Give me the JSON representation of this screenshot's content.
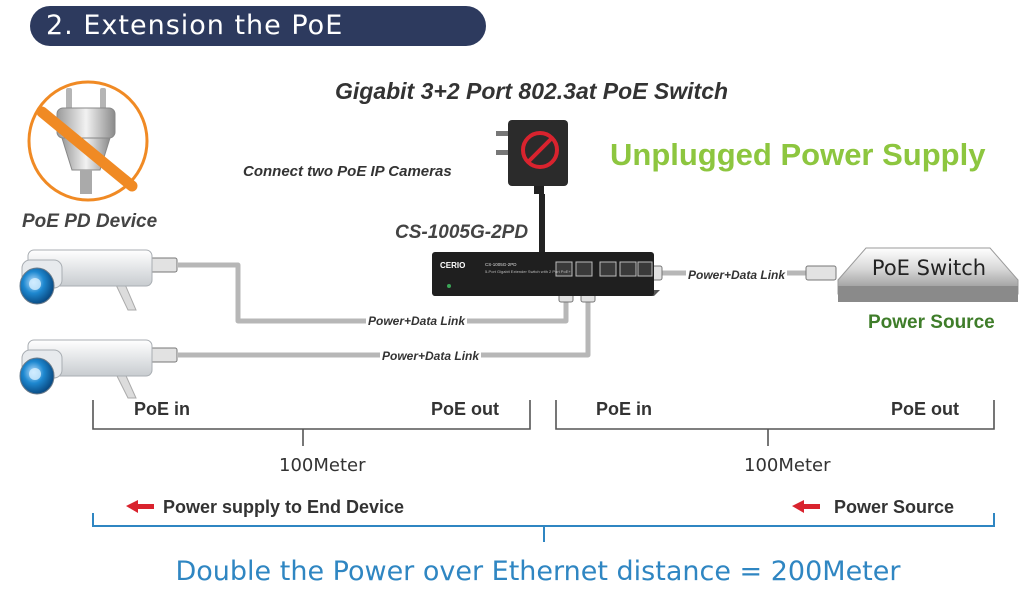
{
  "header": {
    "title": "2. Extension the PoE application"
  },
  "diagram": {
    "title": "Gigabit  3+2 Port 802.3at PoE Switch",
    "unplugged_label": "Unplugged Power Supply",
    "connect_label": "Connect two PoE IP Cameras",
    "pd_device_label": "PoE PD Device",
    "model_label": "CS-1005G-2PD",
    "device_brand": "CERIO",
    "device_model_text": "CS-1005G-2PD",
    "device_desc_text": "5-Port Gigabit Extender Switch with 2 Port PoE+",
    "links": [
      {
        "label": "Power+Data Link"
      },
      {
        "label": "Power+Data Link"
      },
      {
        "label": "Power+Data Link"
      }
    ],
    "poe_switch_label": "PoE Switch",
    "power_source_label": "Power Source",
    "segments": [
      {
        "left_label": "PoE in",
        "right_label": "PoE out",
        "distance": "100Meter"
      },
      {
        "left_label": "PoE in",
        "right_label": "PoE out",
        "distance": "100Meter"
      }
    ],
    "power_supply_end_label": "Power supply to End Device",
    "power_source_bottom_label": "Power Source",
    "footer": "Double the Power over Ethernet distance = 200Meter"
  },
  "colors": {
    "header_bg": "#2d3a5e",
    "unplugged": "#8dc63f",
    "power_source_green": "#3f7d2a",
    "no_symbol": "#f08a24",
    "blue_line": "#2f86c2",
    "red_arrow": "#d9232e"
  }
}
